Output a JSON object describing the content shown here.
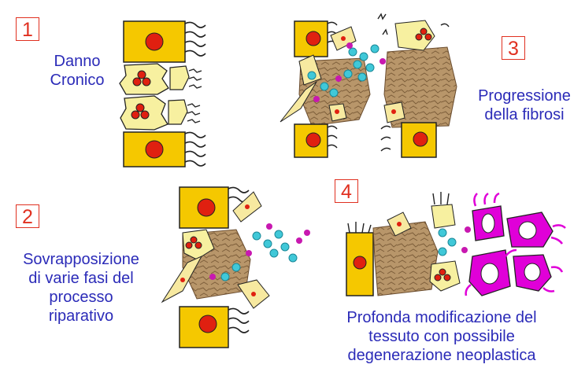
{
  "steps": [
    {
      "number": "1",
      "caption_lines": [
        "Danno",
        "Cronico"
      ]
    },
    {
      "number": "2",
      "caption_lines": [
        "Sovrapposizione",
        "di varie fasi del",
        "processo",
        "riparativo"
      ]
    },
    {
      "number": "3",
      "caption_lines": [
        "Progressione",
        "della fibrosi"
      ]
    },
    {
      "number": "4",
      "caption_lines": [
        "Profonda modificazione del",
        "tessuto con possibile",
        "degenerazione neoplastica"
      ]
    }
  ],
  "colors": {
    "label_text": "#2b2bb8",
    "number": "#e03020",
    "cell_yellow": "#f5c800",
    "nucleus_red": "#e02010",
    "damaged_cell": "#f7f0a0",
    "fibrosis": "#b8966a",
    "inflammatory_cyan": "#40c8d8",
    "inflammatory_magenta": "#c818b0",
    "neoplastic_magenta": "#e000d8"
  }
}
